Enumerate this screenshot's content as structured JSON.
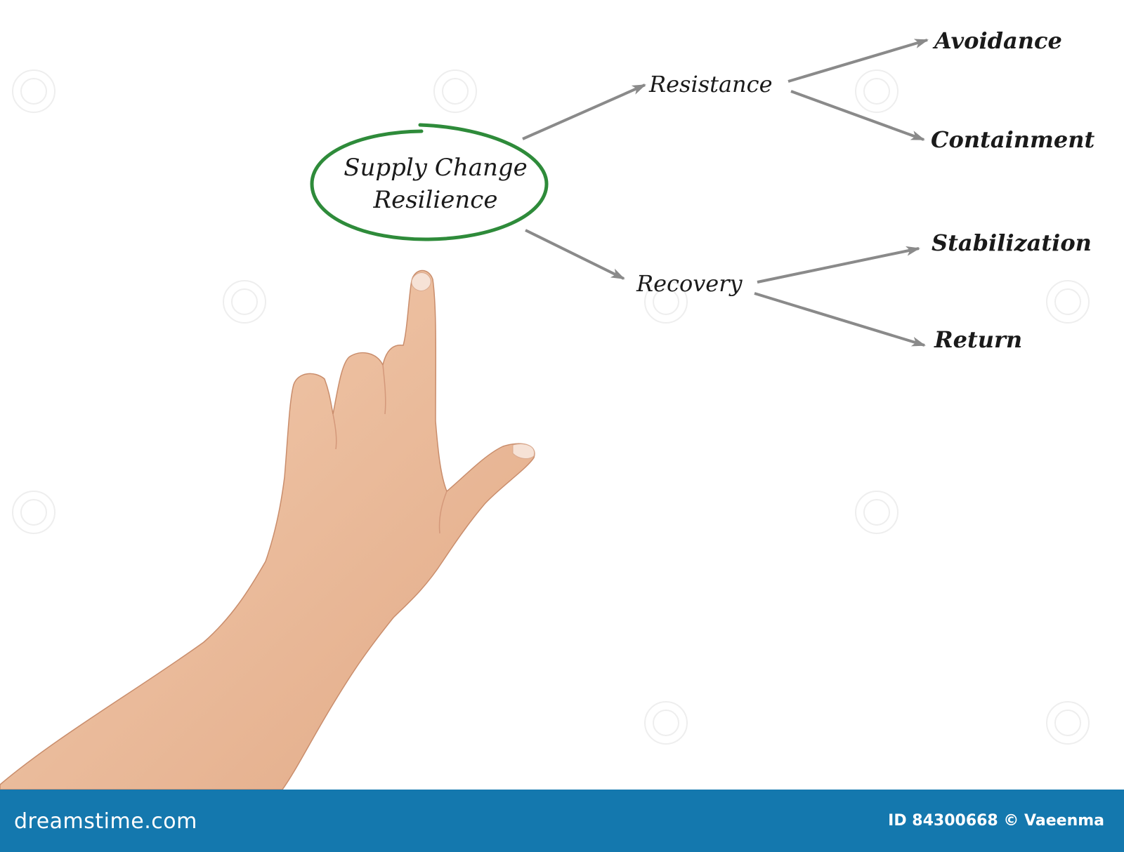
{
  "diagram": {
    "center": {
      "line1": "Supply Change",
      "line2": "Resilience",
      "ring_color": "#2e8b3a"
    },
    "branches": [
      {
        "label": "Resistance",
        "children": [
          "Avoidance",
          "Containment"
        ]
      },
      {
        "label": "Recovery",
        "children": [
          "Stabilization",
          "Return"
        ]
      }
    ],
    "arrow_color": "#8a8a8a"
  },
  "footer": {
    "brand": "dreamstime.com",
    "credit": "ID 84300668 © Vaeenma",
    "background": "#1478ae"
  },
  "illustration": {
    "subject": "pointing-hand"
  }
}
